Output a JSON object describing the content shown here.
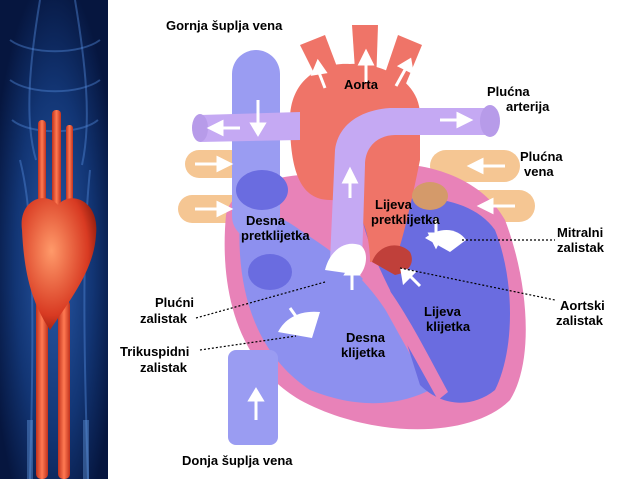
{
  "colors": {
    "frame_background": "#0a1a4a",
    "panel": "#ffffff",
    "vena_cava": "#9a9cf2",
    "aorta": "#ef7468",
    "pulmonary_artery": "#c5a9f3",
    "pulmonary_vein": "#f5c693",
    "heart_wall": "#e882b8",
    "right_chambers": "#8d90ef",
    "left_chambers": "#6a6ce0",
    "valve": "#ffffff",
    "flow_arrow": "#ffffff"
  },
  "labels": {
    "superior_vena_cava": "Gornja šuplja vena",
    "aorta": "Aorta",
    "pulmonary_artery_1": "Plućna",
    "pulmonary_artery_2": "arterija",
    "pulmonary_vein_1": "Plućna",
    "pulmonary_vein_2": "vena",
    "right_atrium_1": "Desna",
    "right_atrium_2": "pretklijetka",
    "left_atrium_1": "Lijeva",
    "left_atrium_2": "pretklijetka",
    "mitral_valve_1": "Mitralni",
    "mitral_valve_2": "zalistak",
    "pulmonary_valve_1": "Plućni",
    "pulmonary_valve_2": "zalistak",
    "aortic_valve_1": "Aortski",
    "aortic_valve_2": "zalistak",
    "left_ventricle_1": "Lijeva",
    "left_ventricle_2": "klijetka",
    "right_ventricle_1": "Desna",
    "right_ventricle_2": "klijetka",
    "tricuspid_valve_1": "Trikuspidni",
    "tricuspid_valve_2": "zalistak",
    "inferior_vena_cava": "Donja šuplja vena"
  },
  "decorative": {
    "side_illustration": "human-body-heart-illustration"
  }
}
